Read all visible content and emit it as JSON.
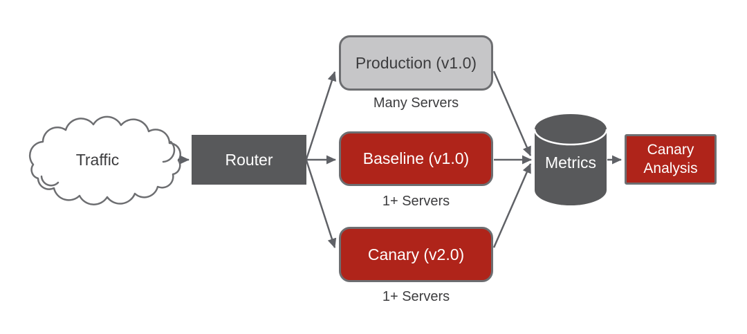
{
  "diagram": {
    "description": "Canary deployment traffic-routing architecture diagram",
    "nodes": {
      "traffic": {
        "label": "Traffic",
        "shape": "cloud"
      },
      "router": {
        "label": "Router",
        "shape": "rect"
      },
      "production": {
        "label": "Production (v1.0)",
        "sublabel": "Many Servers",
        "shape": "rounded-rect"
      },
      "baseline": {
        "label": "Baseline (v1.0)",
        "sublabel": "1+ Servers",
        "shape": "rounded-rect"
      },
      "canary": {
        "label": "Canary (v2.0)",
        "sublabel": "1+ Servers",
        "shape": "rounded-rect"
      },
      "metrics": {
        "label": "Metrics",
        "shape": "cylinder"
      },
      "canary_analysis": {
        "label": "Canary Analysis",
        "label_lines": [
          "Canary",
          "Analysis"
        ],
        "shape": "rect"
      }
    },
    "edges": [
      {
        "from": "traffic",
        "to": "router"
      },
      {
        "from": "router",
        "to": "production"
      },
      {
        "from": "router",
        "to": "baseline"
      },
      {
        "from": "router",
        "to": "canary"
      },
      {
        "from": "production",
        "to": "metrics"
      },
      {
        "from": "baseline",
        "to": "metrics"
      },
      {
        "from": "canary",
        "to": "metrics"
      },
      {
        "from": "metrics",
        "to": "canary_analysis"
      }
    ],
    "colors": {
      "background": "#ffffff",
      "node_dark_gray": "#58595b",
      "node_light_gray": "#c6c6c8",
      "node_red": "#af241a",
      "border_gray": "#6d6e71",
      "arrow_gray": "#5f6166",
      "text_dark": "#3c3c3e",
      "text_light": "#ffffff"
    }
  }
}
